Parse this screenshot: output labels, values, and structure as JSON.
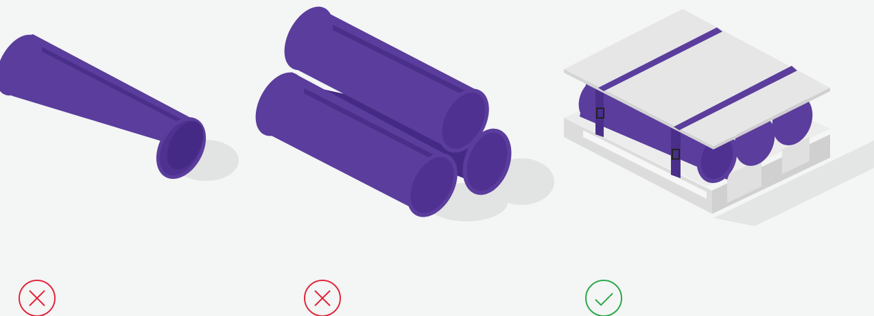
{
  "colors": {
    "background": "#f4f5f5",
    "roll": "#5a3d9c",
    "roll_dark": "#452a85",
    "roll_inner": "#4f3192",
    "shadow": "#e2e3e3",
    "pallet": "#e9e9e9",
    "board": "#e6e6e6",
    "strap": "#5a3d9c",
    "incorrect": "#e0263a",
    "correct": "#2aa84a"
  },
  "panels": [
    {
      "illustration": "single-roll-icon",
      "status_icon": "cross-circle-icon",
      "status": "incorrect"
    },
    {
      "illustration": "stacked-rolls-icon",
      "status_icon": "cross-circle-icon",
      "status": "incorrect"
    },
    {
      "illustration": "strapped-pallet-rolls-icon",
      "status_icon": "check-circle-icon",
      "status": "correct"
    }
  ]
}
